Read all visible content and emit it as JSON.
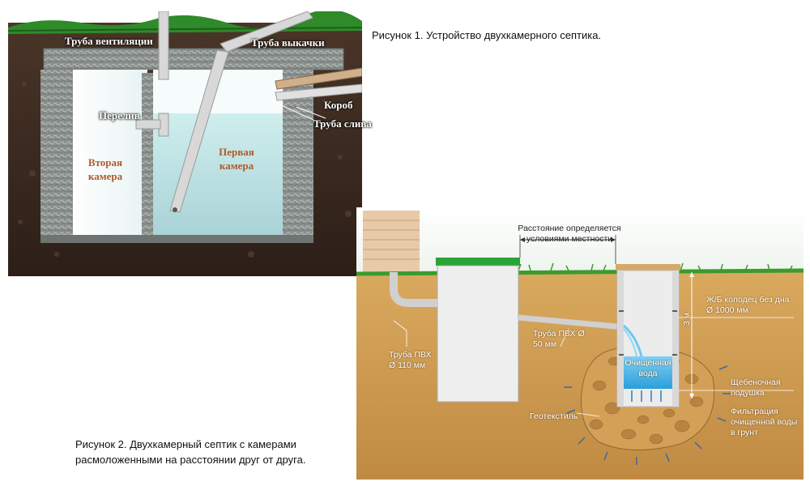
{
  "figure1": {
    "caption": "Рисунок 1. Устройство двухкамерного септика.",
    "labels": {
      "vent_pipe": "Труба вентиляции",
      "pump_pipe": "Труба выкачки",
      "overflow": "Перелив",
      "box": "Короб",
      "drain_pipe": "Труба слива",
      "second_chamber": "Вторая камера",
      "first_chamber": "Первая камера"
    }
  },
  "figure2": {
    "caption_line1": "Рисунок 2. Двухкамерный септик с камерами",
    "caption_line2": "расмоложенными на расстоянии друг от друга.",
    "labels": {
      "distance": "Расстояние определяется условиями местности",
      "pipe_110": "Труба ПВХ Ø 110 мм",
      "pipe_50": "Труба ПВХ Ø 50 мм",
      "well": "Ж/Б колодец без дна Ø 1000 мм",
      "depth": "3 м",
      "clean_water": "Очищенная вода",
      "gravel": "Щебеночная подушка",
      "geotextile": "Геотекстиль",
      "filtration": "Фильтрация очищенной воды в грунт"
    }
  },
  "colors": {
    "soil_dark": "#3a2a22",
    "grass": "#2f8a2a",
    "water": "#bfe3e4",
    "soil_light": "#c79a55",
    "pipe": "#d9d9d9",
    "well_water": "#39a9df"
  }
}
